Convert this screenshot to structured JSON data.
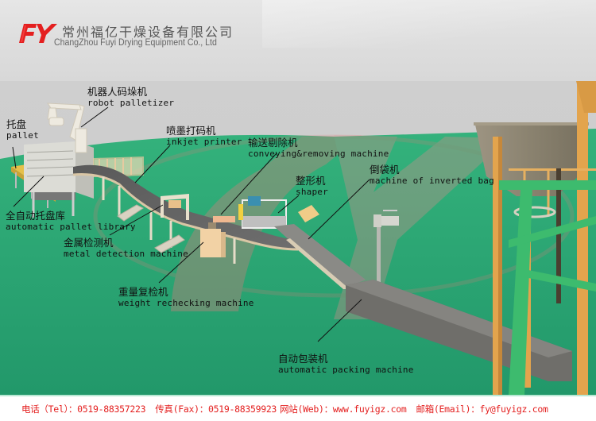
{
  "header": {
    "logo_text": "FY",
    "company_name_cn": "常州福亿干燥设备有限公司",
    "company_name_en": "ChangZhou Fuyi Drying Equipment Co., Ltd"
  },
  "colors": {
    "brand_red": "#e41f1f",
    "floor_green": "#2aa674",
    "equipment_orange": "#e0a64a",
    "frame_green": "#3dbb6e",
    "header_gray": "#dedede"
  },
  "labels": [
    {
      "id": "robot-palletizer",
      "cn": "机器人码垛机",
      "en": "robot palletizer"
    },
    {
      "id": "pallet",
      "cn": "托盘",
      "en": "pallet"
    },
    {
      "id": "inkjet-printer",
      "cn": "喷墨打码机",
      "en": "inkjet printer"
    },
    {
      "id": "conveying-removing",
      "cn": "输送剔除机",
      "en": "conveying&removing machine"
    },
    {
      "id": "shaper",
      "cn": "整形机",
      "en": "shaper"
    },
    {
      "id": "inverted-bag",
      "cn": "倒袋机",
      "en": "machine of inverted bag"
    },
    {
      "id": "pallet-library",
      "cn": "全自动托盘库",
      "en": "automatic pallet library"
    },
    {
      "id": "metal-detection",
      "cn": "金属检测机",
      "en": "metal detection machine"
    },
    {
      "id": "weight-rechecking",
      "cn": "重量复检机",
      "en": "weight rechecking machine"
    },
    {
      "id": "packing-machine",
      "cn": "自动包装机",
      "en": "automatic packing machine"
    }
  ],
  "footer": {
    "tel_label": "电话（Tel）：",
    "tel": "0519-88357223",
    "fax_label": "传真(Fax)：",
    "fax": "0519-88359923",
    "web_label": "网站(Web)：",
    "web": "www.fuyigz.com",
    "email_label": "邮箱(Email)：",
    "email": "fy@fuyigz.com"
  }
}
